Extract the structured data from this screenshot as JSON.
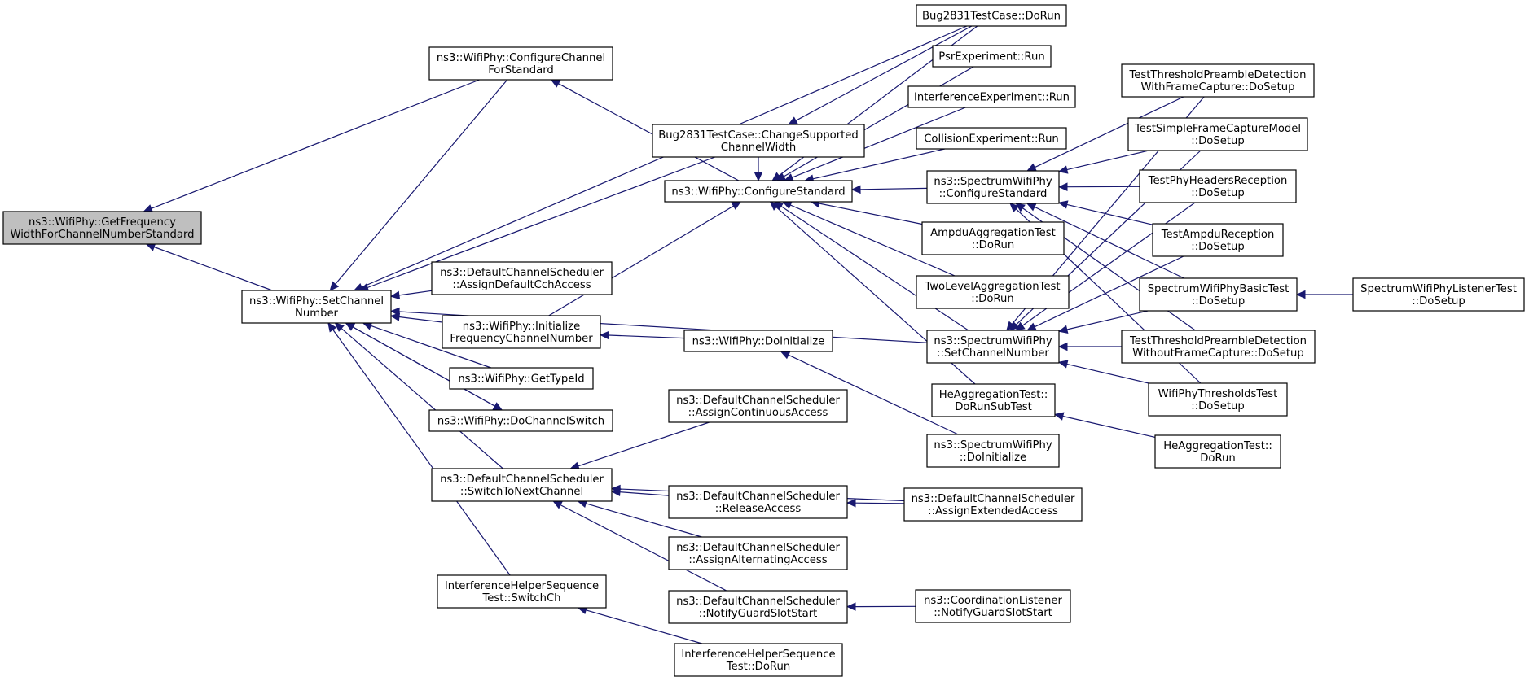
{
  "graph": {
    "type": "caller-graph",
    "colors": {
      "edge": "#191970",
      "root_fill": "#bfbfbf",
      "node_fill": "#ffffff",
      "node_stroke": "#000000"
    },
    "nodes": [
      {
        "id": "getfreq",
        "lines": [
          "ns3::WifiPhy::GetFrequency",
          "WidthForChannelNumberStandard"
        ],
        "root": true
      },
      {
        "id": "setch",
        "lines": [
          "ns3::WifiPhy::SetChannel",
          "Number"
        ]
      },
      {
        "id": "cfgchan",
        "lines": [
          "ns3::WifiPhy::ConfigureChannel",
          "ForStandard"
        ]
      },
      {
        "id": "defcch",
        "lines": [
          "ns3::DefaultChannelScheduler",
          "::AssignDefaultCchAccess"
        ]
      },
      {
        "id": "initfreq",
        "lines": [
          "ns3::WifiPhy::Initialize",
          "FrequencyChannelNumber"
        ]
      },
      {
        "id": "gettypeid",
        "lines": [
          "ns3::WifiPhy::GetTypeId"
        ]
      },
      {
        "id": "dochsw",
        "lines": [
          "ns3::WifiPhy::DoChannelSwitch"
        ]
      },
      {
        "id": "switchnext",
        "lines": [
          "ns3::DefaultChannelScheduler",
          "::SwitchToNextChannel"
        ]
      },
      {
        "id": "ihst",
        "lines": [
          "InterferenceHelperSequence",
          "Test::SwitchCh"
        ]
      },
      {
        "id": "bugchange",
        "lines": [
          "Bug2831TestCase::ChangeSupported",
          "ChannelWidth"
        ]
      },
      {
        "id": "cfgstd",
        "lines": [
          "ns3::WifiPhy::ConfigureStandard"
        ]
      },
      {
        "id": "doinit",
        "lines": [
          "ns3::WifiPhy::DoInitialize"
        ]
      },
      {
        "id": "assigncont",
        "lines": [
          "ns3::DefaultChannelScheduler",
          "::AssignContinuousAccess"
        ]
      },
      {
        "id": "release",
        "lines": [
          "ns3::DefaultChannelScheduler",
          "::ReleaseAccess"
        ]
      },
      {
        "id": "assignalt",
        "lines": [
          "ns3::DefaultChannelScheduler",
          "::AssignAlternatingAccess"
        ]
      },
      {
        "id": "notifyguard",
        "lines": [
          "ns3::DefaultChannelScheduler",
          "::NotifyGuardSlotStart"
        ]
      },
      {
        "id": "ihsdorun",
        "lines": [
          "InterferenceHelperSequence",
          "Test::DoRun"
        ]
      },
      {
        "id": "bugdorun",
        "lines": [
          "Bug2831TestCase::DoRun"
        ]
      },
      {
        "id": "psr",
        "lines": [
          "PsrExperiment::Run"
        ]
      },
      {
        "id": "interf",
        "lines": [
          "InterferenceExperiment::Run"
        ]
      },
      {
        "id": "collision",
        "lines": [
          "CollisionExperiment::Run"
        ]
      },
      {
        "id": "swcfgstd",
        "lines": [
          "ns3::SpectrumWifiPhy",
          "::ConfigureStandard"
        ]
      },
      {
        "id": "ampdu",
        "lines": [
          "AmpduAggregationTest",
          "::DoRun"
        ]
      },
      {
        "id": "twolevel",
        "lines": [
          "TwoLevelAggregationTest",
          "::DoRun"
        ]
      },
      {
        "id": "swsetch",
        "lines": [
          "ns3::SpectrumWifiPhy",
          "::SetChannelNumber"
        ]
      },
      {
        "id": "heagsub",
        "lines": [
          "HeAggregationTest::",
          "DoRunSubTest"
        ]
      },
      {
        "id": "swdoinit",
        "lines": [
          "ns3::SpectrumWifiPhy",
          "::DoInitialize"
        ]
      },
      {
        "id": "assignext",
        "lines": [
          "ns3::DefaultChannelScheduler",
          "::AssignExtendedAccess"
        ]
      },
      {
        "id": "coordnotify",
        "lines": [
          "ns3::CoordinationListener",
          "::NotifyGuardSlotStart"
        ]
      },
      {
        "id": "tpdwith",
        "lines": [
          "TestThresholdPreambleDetection",
          "WithFrameCapture::DoSetup"
        ]
      },
      {
        "id": "tsfc",
        "lines": [
          "TestSimpleFrameCaptureModel",
          "::DoSetup"
        ]
      },
      {
        "id": "tphr",
        "lines": [
          "TestPhyHeadersReception",
          "::DoSetup"
        ]
      },
      {
        "id": "tampdu",
        "lines": [
          "TestAmpduReception",
          "::DoSetup"
        ]
      },
      {
        "id": "swbasic",
        "lines": [
          "SpectrumWifiPhyBasicTest",
          "::DoSetup"
        ]
      },
      {
        "id": "tpdwithout",
        "lines": [
          "TestThresholdPreambleDetection",
          "WithoutFrameCapture::DoSetup"
        ]
      },
      {
        "id": "wthresh",
        "lines": [
          "WifiPhyThresholdsTest",
          "::DoSetup"
        ]
      },
      {
        "id": "heagrun",
        "lines": [
          "HeAggregationTest::",
          "DoRun"
        ]
      },
      {
        "id": "swlistener",
        "lines": [
          "SpectrumWifiPhyListenerTest",
          "::DoSetup"
        ]
      }
    ],
    "edges": [
      [
        "setch",
        "getfreq"
      ],
      [
        "cfgchan",
        "getfreq"
      ],
      [
        "cfgstd",
        "cfgchan"
      ],
      [
        "defcch",
        "setch"
      ],
      [
        "initfreq",
        "setch"
      ],
      [
        "gettypeid",
        "setch"
      ],
      [
        "dochsw",
        "setch"
      ],
      [
        "switchnext",
        "setch"
      ],
      [
        "ihst",
        "setch"
      ],
      [
        "bugchange",
        "setch"
      ],
      [
        "bugdorun",
        "setch"
      ],
      [
        "swsetch",
        "setch"
      ],
      [
        "cfgchan",
        "setch"
      ],
      [
        "setch",
        "dochsw"
      ],
      [
        "doinit",
        "initfreq"
      ],
      [
        "initfreq",
        "cfgstd"
      ],
      [
        "swdoinit",
        "doinit"
      ],
      [
        "assigncont",
        "switchnext"
      ],
      [
        "release",
        "switchnext"
      ],
      [
        "assignalt",
        "switchnext"
      ],
      [
        "notifyguard",
        "switchnext"
      ],
      [
        "assignext",
        "switchnext"
      ],
      [
        "ihsdorun",
        "ihst"
      ],
      [
        "bugdorun",
        "bugchange"
      ],
      [
        "bugchange",
        "cfgstd"
      ],
      [
        "bugdorun",
        "cfgstd"
      ],
      [
        "psr",
        "cfgstd"
      ],
      [
        "interf",
        "cfgstd"
      ],
      [
        "collision",
        "cfgstd"
      ],
      [
        "swcfgstd",
        "cfgstd"
      ],
      [
        "ampdu",
        "cfgstd"
      ],
      [
        "twolevel",
        "cfgstd"
      ],
      [
        "heagsub",
        "cfgstd"
      ],
      [
        "swsetch",
        "cfgstd"
      ],
      [
        "assignext",
        "release"
      ],
      [
        "coordnotify",
        "notifyguard"
      ],
      [
        "heagrun",
        "heagsub"
      ],
      [
        "tpdwith",
        "swcfgstd"
      ],
      [
        "tsfc",
        "swcfgstd"
      ],
      [
        "tphr",
        "swcfgstd"
      ],
      [
        "tampdu",
        "swcfgstd"
      ],
      [
        "swbasic",
        "swcfgstd"
      ],
      [
        "tpdwithout",
        "swcfgstd"
      ],
      [
        "wthresh",
        "swcfgstd"
      ],
      [
        "tpdwith",
        "swsetch"
      ],
      [
        "tsfc",
        "swsetch"
      ],
      [
        "tphr",
        "swsetch"
      ],
      [
        "tampdu",
        "swsetch"
      ],
      [
        "swbasic",
        "swsetch"
      ],
      [
        "tpdwithout",
        "swsetch"
      ],
      [
        "wthresh",
        "swsetch"
      ],
      [
        "swlistener",
        "swbasic"
      ]
    ]
  }
}
